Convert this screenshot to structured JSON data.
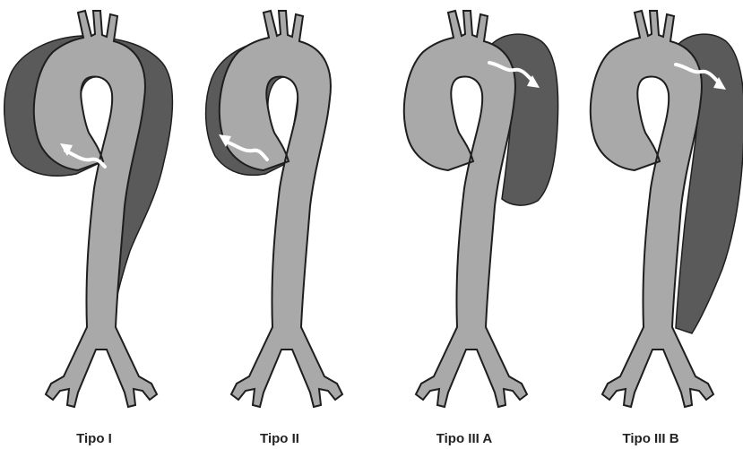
{
  "figure": {
    "colors": {
      "lumen": "#a9a9a9",
      "false_lumen": "#5a5a5a",
      "outline": "#1e1e1e",
      "flow_arrow": "#ffffff"
    },
    "panels": [
      {
        "label": "Tipo I",
        "false_lumen_extent": "ascending-arch-descending"
      },
      {
        "label": "Tipo II",
        "false_lumen_extent": "ascending"
      },
      {
        "label": "Tipo III A",
        "false_lumen_extent": "descending-thoracic"
      },
      {
        "label": "Tipo III B",
        "false_lumen_extent": "descending-thoracoabdominal"
      }
    ],
    "icons": {
      "arrow": "flow-arrow-icon"
    }
  }
}
